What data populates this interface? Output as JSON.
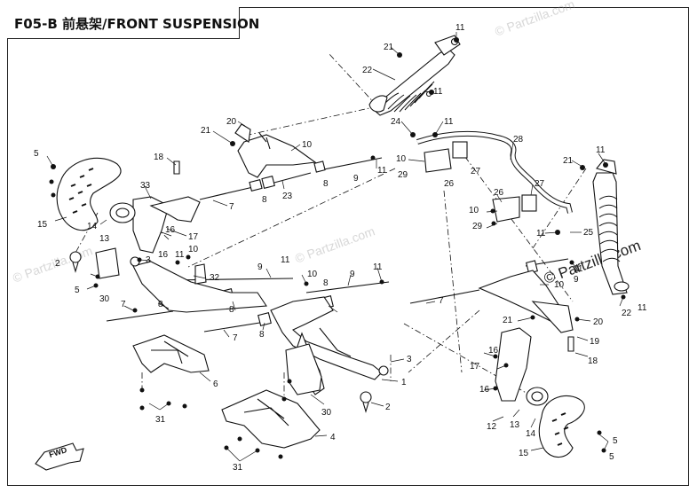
{
  "title": "F05-B 前悬架/FRONT SUSPENSION",
  "watermark_main": "© Partzilla.com",
  "watermark_faint": "© Partzilla.com",
  "fwd_label": "FWD",
  "callouts": [
    {
      "id": "c21a",
      "text": "21"
    },
    {
      "id": "c11a",
      "text": "11"
    },
    {
      "id": "c22a",
      "text": "22"
    },
    {
      "id": "c11b",
      "text": "11"
    },
    {
      "id": "c20a",
      "text": "20"
    },
    {
      "id": "c21b",
      "text": "21"
    },
    {
      "id": "c10a",
      "text": "10"
    },
    {
      "id": "c24",
      "text": "24"
    },
    {
      "id": "c11c",
      "text": "11"
    },
    {
      "id": "c28",
      "text": "28"
    },
    {
      "id": "c5a",
      "text": "5"
    },
    {
      "id": "c18a",
      "text": "18"
    },
    {
      "id": "c23",
      "text": "23"
    },
    {
      "id": "c8a",
      "text": "8"
    },
    {
      "id": "c9a",
      "text": "9"
    },
    {
      "id": "c11d",
      "text": "11"
    },
    {
      "id": "c10b",
      "text": "10"
    },
    {
      "id": "c29a",
      "text": "29"
    },
    {
      "id": "c26a",
      "text": "26"
    },
    {
      "id": "c27a",
      "text": "27"
    },
    {
      "id": "c21c",
      "text": "21"
    },
    {
      "id": "c11e",
      "text": "11"
    },
    {
      "id": "c33",
      "text": "33"
    },
    {
      "id": "c7a",
      "text": "7"
    },
    {
      "id": "c8b",
      "text": "8"
    },
    {
      "id": "c15a",
      "text": "15"
    },
    {
      "id": "c14a",
      "text": "14"
    },
    {
      "id": "c16a",
      "text": "16"
    },
    {
      "id": "c17a",
      "text": "17"
    },
    {
      "id": "c13",
      "text": "13"
    },
    {
      "id": "c27b",
      "text": "27"
    },
    {
      "id": "c26b",
      "text": "26"
    },
    {
      "id": "c10c",
      "text": "10"
    },
    {
      "id": "c29b",
      "text": "29"
    },
    {
      "id": "c11f",
      "text": "11"
    },
    {
      "id": "c25",
      "text": "25"
    },
    {
      "id": "c2",
      "text": "2"
    },
    {
      "id": "c3a",
      "text": "3"
    },
    {
      "id": "c16b",
      "text": "16"
    },
    {
      "id": "c11g",
      "text": "11"
    },
    {
      "id": "c10d",
      "text": "10"
    },
    {
      "id": "c9b",
      "text": "9"
    },
    {
      "id": "c11h",
      "text": "11"
    },
    {
      "id": "c8c",
      "text": "8"
    },
    {
      "id": "c10e",
      "text": "10"
    },
    {
      "id": "c9c",
      "text": "9"
    },
    {
      "id": "c11i",
      "text": "11"
    },
    {
      "id": "c11j",
      "text": "11"
    },
    {
      "id": "c5b",
      "text": "5"
    },
    {
      "id": "c32",
      "text": "32"
    },
    {
      "id": "c10f",
      "text": "10"
    },
    {
      "id": "c9d",
      "text": "9"
    },
    {
      "id": "c30a",
      "text": "30"
    },
    {
      "id": "c7b",
      "text": "7"
    },
    {
      "id": "c8d",
      "text": "8"
    },
    {
      "id": "c8e",
      "text": "8"
    },
    {
      "id": "c7c",
      "text": "7"
    },
    {
      "id": "c22b",
      "text": "22"
    },
    {
      "id": "c11k",
      "text": "11"
    },
    {
      "id": "c21d",
      "text": "21"
    },
    {
      "id": "c20b",
      "text": "20"
    },
    {
      "id": "c7d",
      "text": "7"
    },
    {
      "id": "c8f",
      "text": "8"
    },
    {
      "id": "c3b",
      "text": "3"
    },
    {
      "id": "c19",
      "text": "19"
    },
    {
      "id": "c18b",
      "text": "18"
    },
    {
      "id": "c6",
      "text": "6"
    },
    {
      "id": "c1",
      "text": "1"
    },
    {
      "id": "c17b",
      "text": "17"
    },
    {
      "id": "c16c",
      "text": "16"
    },
    {
      "id": "c16d",
      "text": "16"
    },
    {
      "id": "c2b",
      "text": "2"
    },
    {
      "id": "c31a",
      "text": "31"
    },
    {
      "id": "c30b",
      "text": "30"
    },
    {
      "id": "c12",
      "text": "12"
    },
    {
      "id": "c13b",
      "text": "13"
    },
    {
      "id": "c14b",
      "text": "14"
    },
    {
      "id": "c4",
      "text": "4"
    },
    {
      "id": "c15b",
      "text": "15"
    },
    {
      "id": "c5c",
      "text": "5"
    },
    {
      "id": "c31b",
      "text": "31"
    },
    {
      "id": "c5d",
      "text": "5"
    }
  ]
}
